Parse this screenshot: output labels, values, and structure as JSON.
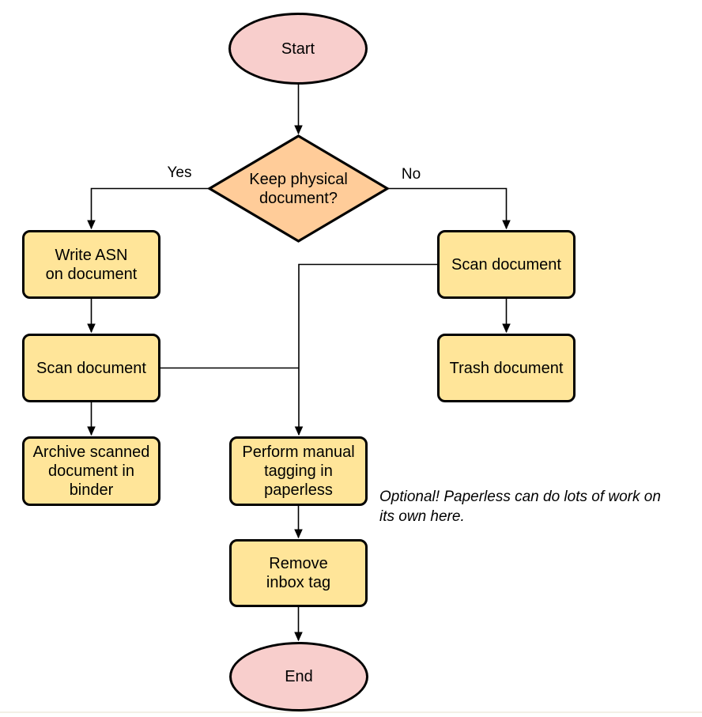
{
  "colors": {
    "canvas_bg": "#ffffff",
    "stroke": "#000000",
    "terminal_fill": "#F8CECC",
    "decision_fill": "#FFCC99",
    "process_fill": "#FFE599",
    "rule_color": "#f3f0e6",
    "text": "#000000"
  },
  "nodes": {
    "start": {
      "label": "Start",
      "shape": "ellipse"
    },
    "decision": {
      "label": "Keep physical\ndocument?",
      "shape": "diamond"
    },
    "write_asn": {
      "label": "Write ASN\non document",
      "shape": "rounded-rect"
    },
    "scan_left": {
      "label": "Scan document",
      "shape": "rounded-rect"
    },
    "archive": {
      "label": "Archive scanned\ndocument in\nbinder",
      "shape": "rounded-rect"
    },
    "scan_right": {
      "label": "Scan document",
      "shape": "rounded-rect"
    },
    "trash": {
      "label": "Trash document",
      "shape": "rounded-rect"
    },
    "tagging": {
      "label": "Perform manual\ntagging in\npaperless",
      "shape": "rounded-rect"
    },
    "remove_inbox": {
      "label": "Remove\ninbox tag",
      "shape": "rounded-rect"
    },
    "end": {
      "label": "End",
      "shape": "ellipse"
    }
  },
  "edge_labels": {
    "yes": "Yes",
    "no": "No"
  },
  "note": {
    "text": "Optional! Paperless can do lots of work on\nits own here."
  }
}
